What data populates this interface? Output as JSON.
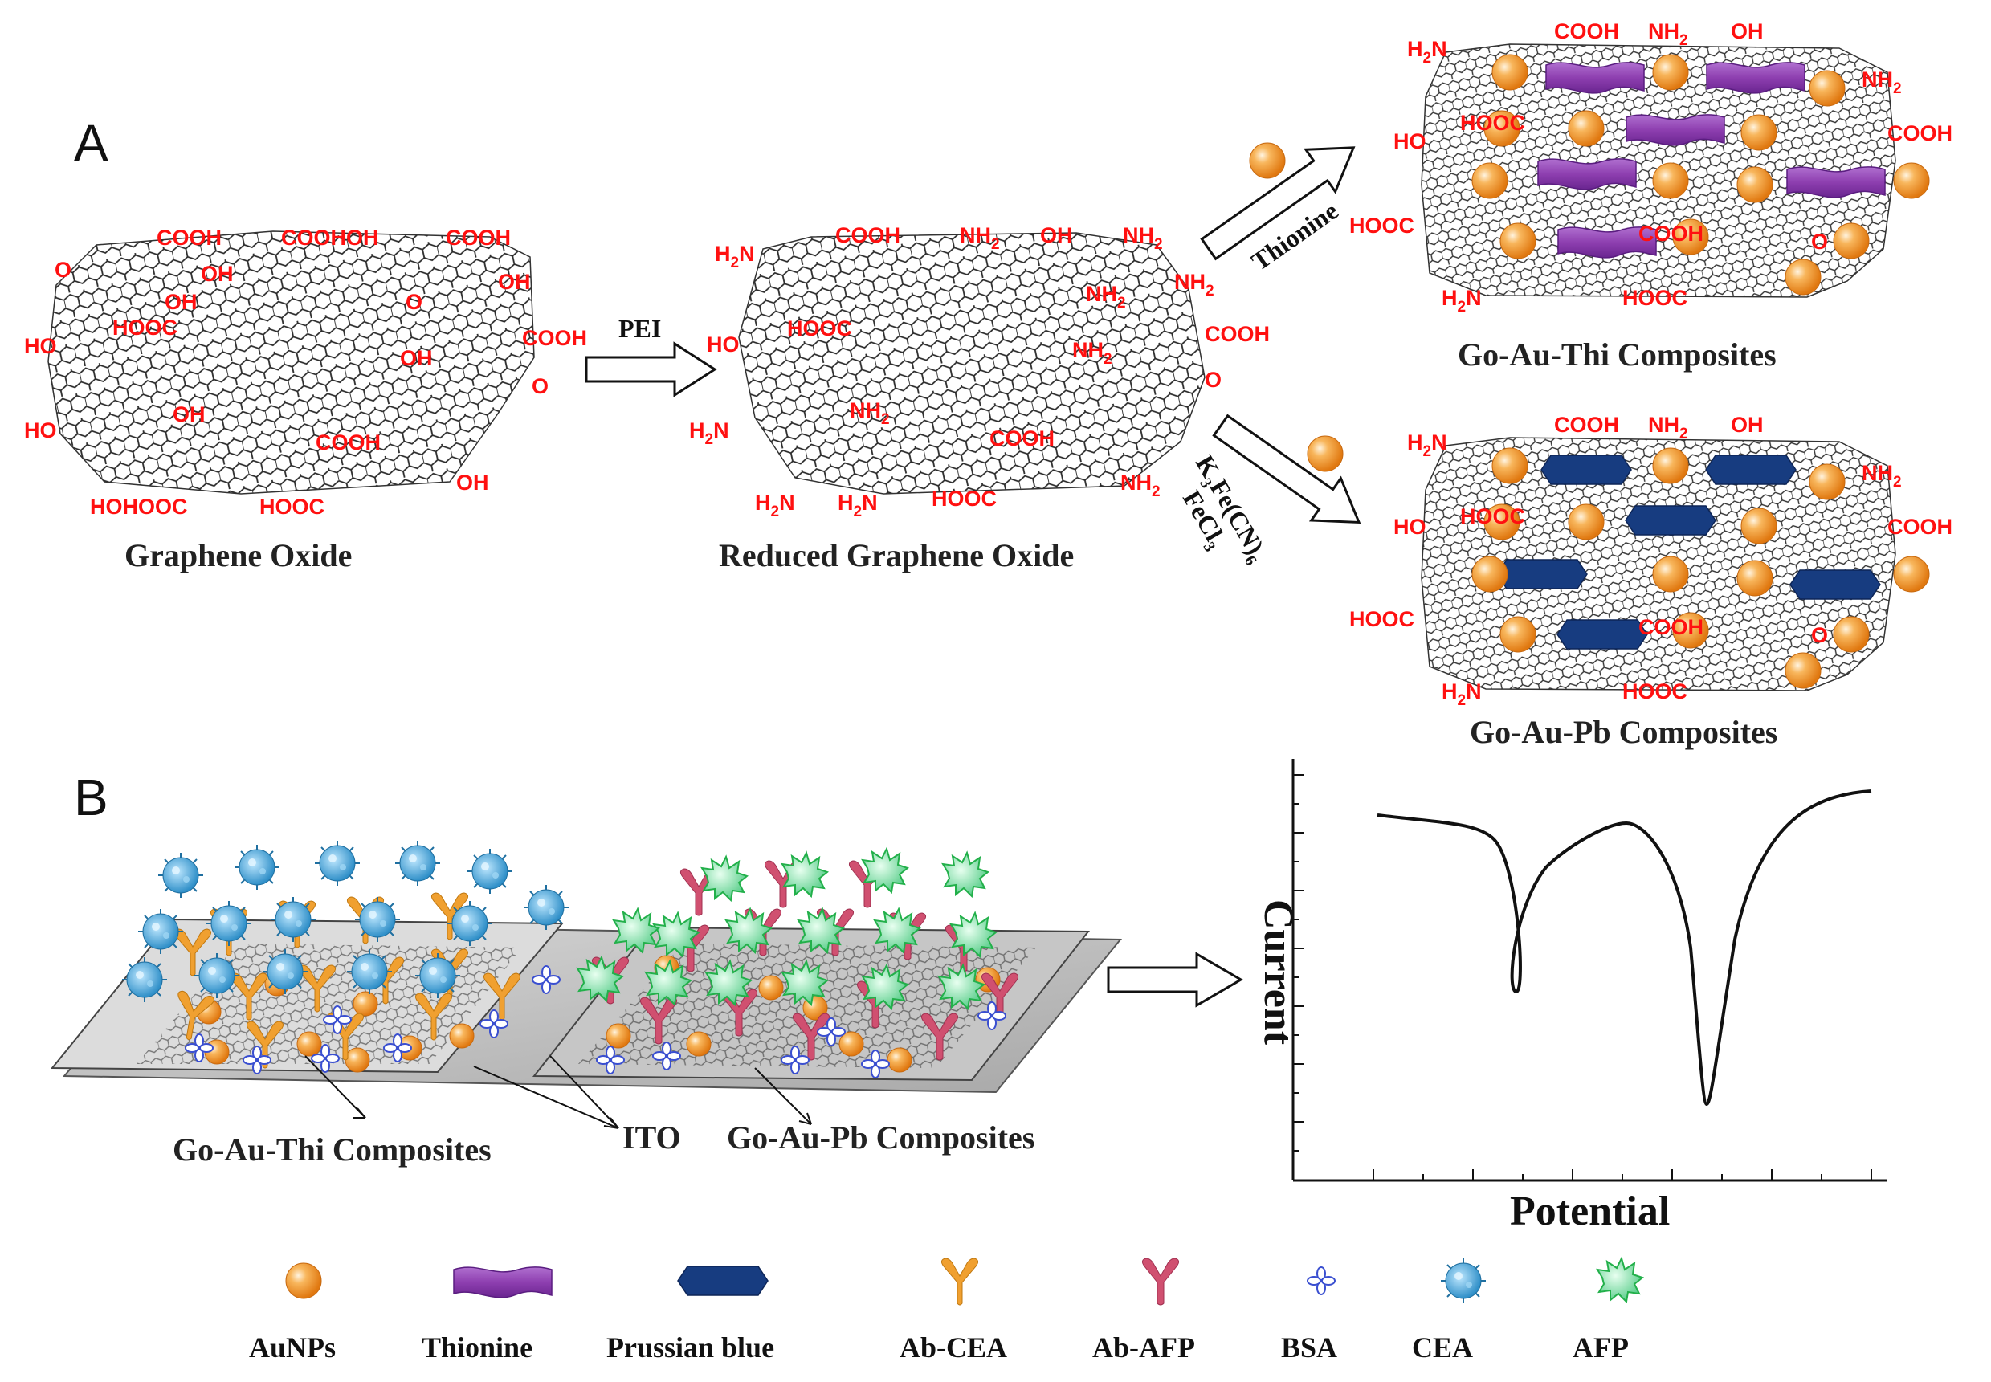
{
  "panels": {
    "a": "A",
    "b": "B"
  },
  "titles": {
    "go": "Graphene Oxide",
    "rgo": "Reduced Graphene Oxide",
    "thi": "Go-Au-Thi Composites",
    "pb": "Go-Au-Pb Composites"
  },
  "reagents": {
    "pei": "PEI",
    "thionine": "Thionine",
    "k3fe_a": "K",
    "k3fe_b": "3",
    "k3fe_c": "Fe(CN)",
    "k3fe_d": "6",
    "fecl_a": "FeCl",
    "fecl_b": "3"
  },
  "groups": {
    "go": [
      "COOH",
      "COOHOH",
      "COOH",
      "O",
      "OH",
      "OH",
      "HOOC",
      "O",
      "COOH",
      "OH",
      "HO",
      "OH",
      "HO",
      "COOH",
      "OH",
      "HOHOOC",
      "HOOC",
      "OH",
      "O"
    ],
    "rgo": [
      "H",
      "2",
      "N",
      "COOH",
      "NH",
      "2",
      "OH",
      "NH",
      "2",
      "NH",
      "2",
      "HO",
      "HOOC",
      "NH",
      "2",
      "NH",
      "2",
      "COOH",
      "H",
      "2",
      "N",
      "NH",
      "2",
      "COOH",
      "H",
      "2",
      "N",
      "H",
      "2",
      "N",
      "HOOC",
      "NH",
      "2",
      "O"
    ],
    "thi": [
      "H",
      "2",
      "N",
      "COOH",
      "NH",
      "2",
      "OH",
      "NH",
      "2",
      "HO",
      "HOOC",
      "COOH",
      "HOOC",
      "COOH",
      "O",
      "H",
      "2",
      "N",
      "HOOC"
    ],
    "pb": [
      "H",
      "2",
      "N",
      "COOH",
      "NH",
      "2",
      "OH",
      "NH",
      "2",
      "HO",
      "HOOC",
      "COOH",
      "HOOC",
      "COOH",
      "O",
      "H",
      "2",
      "N",
      "HOOC"
    ]
  },
  "bottom_labels": {
    "thi": "Go-Au-Thi Composites",
    "ito": "ITO",
    "pb": "Go-Au-Pb Composites"
  },
  "plot": {
    "ylabel": "Current",
    "xlabel": "Potential"
  },
  "legend": [
    "AuNPs",
    "Thionine",
    "Prussian blue",
    "Ab-CEA",
    "Ab-AFP",
    "BSA",
    "CEA",
    "AFP"
  ],
  "colors": {
    "group_text": "#ff1010",
    "aunp": "#f39a3a",
    "thionine": "#8e3fb0",
    "prussian_blue": "#173c80",
    "ab_cea": "#f0a030",
    "ab_afp": "#d05070",
    "bsa": "#3a4fd0",
    "cea": "#3aa6d8",
    "afp": "#6ed89a"
  }
}
